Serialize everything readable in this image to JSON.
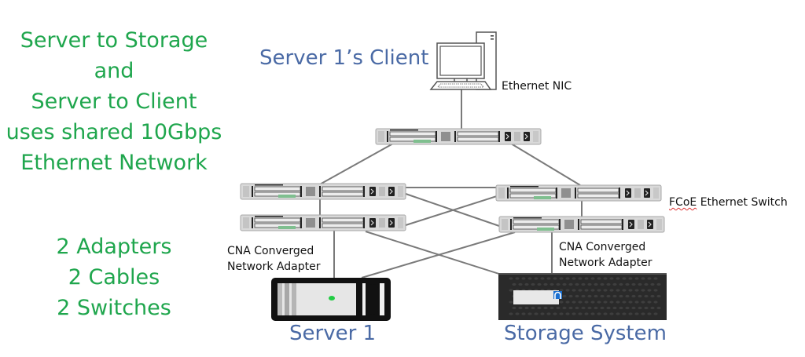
{
  "summary": {
    "lines": [
      "Server to Storage",
      "and",
      "Server to Client",
      "uses shared 10Gbps",
      "Ethernet Network"
    ]
  },
  "counts": {
    "lines": [
      "2 Adapters",
      "2 Cables",
      "2 Switches"
    ]
  },
  "nodes": {
    "client": {
      "title": "Server 1’s Client",
      "nic_label": "Ethernet NIC",
      "icon": "desktop-computer-icon"
    },
    "switch_label": {
      "prefix": "FCoE",
      "rest": " Ethernet Switch"
    },
    "server": {
      "title": "Server 1",
      "adapter_label_line1": "CNA Converged",
      "adapter_label_line2": "Network Adapter",
      "icon": "server-icon"
    },
    "storage": {
      "title": "Storage System",
      "adapter_label_line1": "CNA Converged",
      "adapter_label_line2": "Network Adapter",
      "icon": "storage-array-icon"
    }
  },
  "colors": {
    "green_text": "#1fa64d",
    "blue_title": "#4a6aa5",
    "link_line": "#7a7a7a",
    "server_led": "#22cc44",
    "storage_logo": "#1a6fd0"
  }
}
